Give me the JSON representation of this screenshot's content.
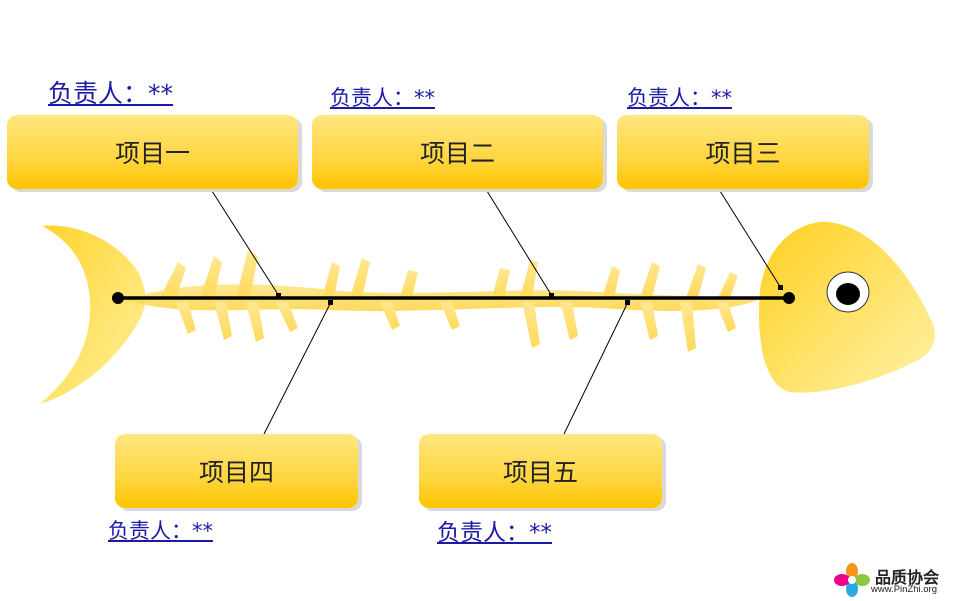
{
  "projects": {
    "p1": {
      "label": "项目一",
      "owner": "负责人：**"
    },
    "p2": {
      "label": "项目二",
      "owner": "负责人：**"
    },
    "p3": {
      "label": "项目三",
      "owner": "负责人：**"
    },
    "p4": {
      "label": "项目四",
      "owner": "负责人：**"
    },
    "p5": {
      "label": "项目五",
      "owner": "负责人：**"
    }
  },
  "logo": {
    "title": "品质协会",
    "url": "www.PinZhi.org"
  },
  "colors": {
    "box_top": "#ffe680",
    "box_bottom": "#ffc400",
    "fish_light": "#fff0a0",
    "fish_dark": "#ffcf20",
    "owner_link": "#1a1aa6",
    "spine": "#000000"
  }
}
